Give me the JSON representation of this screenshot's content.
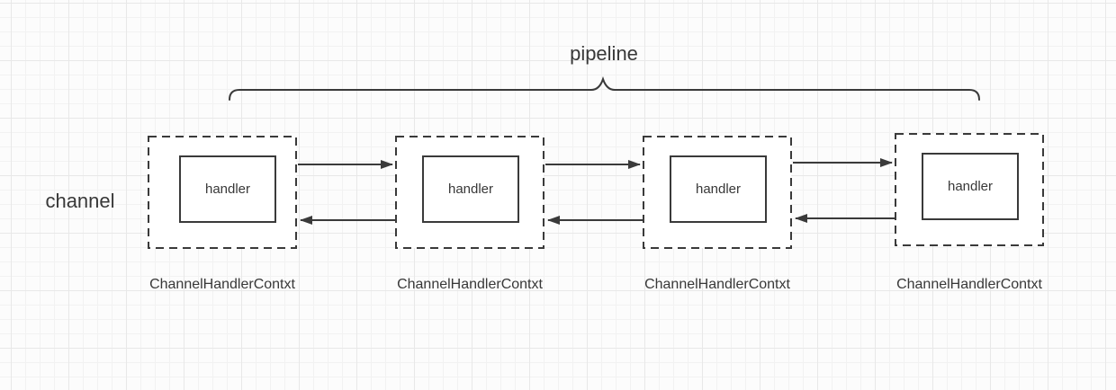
{
  "diagram": {
    "pipeline_label": "pipeline",
    "channel_label": "channel",
    "contexts": [
      {
        "handler_label": "handler",
        "caption": "ChannelHandlerContxt"
      },
      {
        "handler_label": "handler",
        "caption": "ChannelHandlerContxt"
      },
      {
        "handler_label": "handler",
        "caption": "ChannelHandlerContxt"
      },
      {
        "handler_label": "handler",
        "caption": "ChannelHandlerContxt"
      }
    ],
    "colors": {
      "line": "#3a3a3a",
      "text": "#383838",
      "shape_fill": "#ffffff",
      "background": "#fcfcfc",
      "grid_minor": "#f2f2f2",
      "grid_major": "#e8e8e8"
    }
  }
}
